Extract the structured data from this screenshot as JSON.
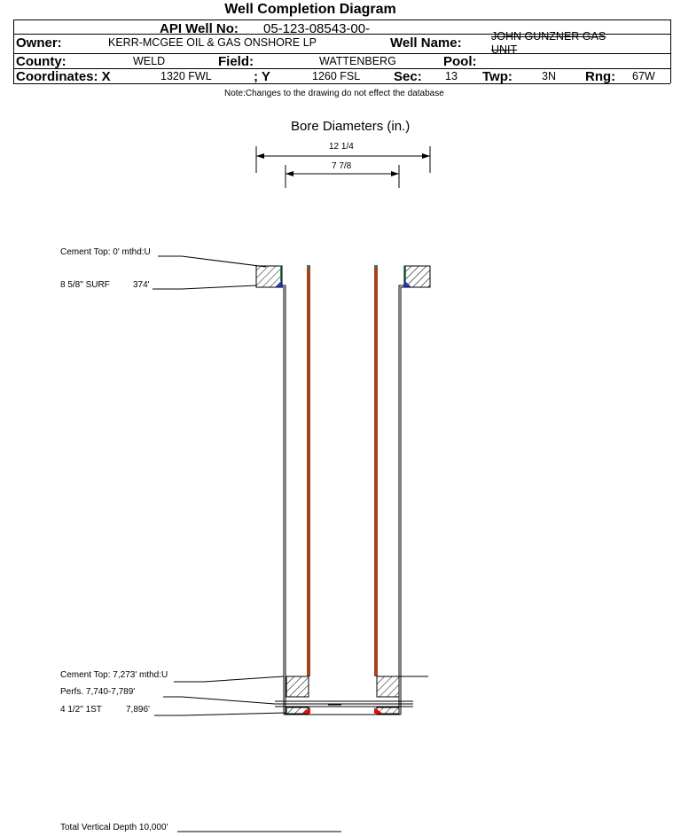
{
  "header": {
    "title": "Well Completion Diagram",
    "api_label": "API Well No:",
    "api_value": "05-123-08543-00-",
    "owner_label": "Owner:",
    "owner_value": "KERR-MCGEE OIL & GAS ONSHORE LP",
    "well_name_label": "Well Name:",
    "well_name_value": "JOHN GUNZNER GAS UNIT",
    "well_name_line1": "JOHN GUNZNER GAS",
    "well_name_line2": "UNIT",
    "county_label": "County:",
    "county_value": "WELD",
    "field_label": "Field:",
    "field_value": "WATTENBERG",
    "pool_label": "Pool:",
    "pool_value": "",
    "coords_label": "Coordinates: X",
    "x_value": "1320 FWL",
    "y_label": "; Y",
    "y_value": "1260 FSL",
    "sec_label": "Sec:",
    "sec_value": "13",
    "twp_label": "Twp:",
    "twp_value": "3N",
    "rng_label": "Rng:",
    "rng_value": "67W"
  },
  "note": "Note:Changes to the drawing do not effect the database",
  "bore": {
    "title": "Bore Diameters (in.)",
    "outer": "12 1/4",
    "inner": "7 7/8"
  },
  "annotations": {
    "cement_top_surface": "Cement Top: 0' mthd:U",
    "surface_casing_size": "8 5/8\" SURF",
    "surface_casing_depth": "374'",
    "cement_top_production": "Cement Top: 7,273' mthd:U",
    "perfs": "Perfs. 7,740-7,789'",
    "production_casing_size": "4 1/2\" 1ST",
    "production_casing_depth": "7,896'",
    "tvd": "Total Vertical Depth 10,000'"
  },
  "colors": {
    "tubing": "#a0441e",
    "tubing_edge": "#1e8a5a",
    "cement_blue": "#1f3fd0",
    "cement_red": "#e01010"
  }
}
